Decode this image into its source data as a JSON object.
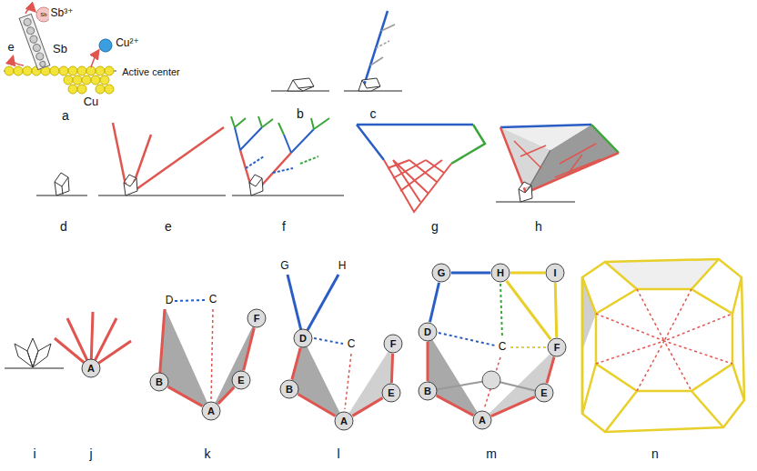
{
  "diagram": {
    "nodes": [
      {
        "text": [
          "A"
        ]
      },
      {
        "text": [
          "B"
        ]
      },
      {
        "text": [
          "A"
        ]
      },
      {
        "text": [
          "E"
        ]
      },
      {
        "text": [
          "F"
        ]
      },
      {
        "text": [
          "D"
        ]
      },
      {
        "text": [
          "B"
        ]
      },
      {
        "text": [
          "A"
        ]
      },
      {
        "text": [
          "E"
        ]
      },
      {
        "text": [
          "F"
        ]
      },
      {
        "text": [
          "G"
        ]
      },
      {
        "text": [
          "H"
        ]
      },
      {
        "text": [
          "I"
        ]
      },
      {
        "text": [
          "D"
        ]
      },
      {
        "text": [
          "B"
        ]
      },
      {
        "text": [
          "A"
        ]
      },
      {
        "text": [
          "E"
        ]
      },
      {
        "text": [
          "F"
        ]
      }
    ],
    "edges": [
      {
        "from": 1,
        "to": 2,
        "arrow": "none"
      },
      {
        "from": 2,
        "to": 3,
        "arrow": "none"
      },
      {
        "from": 3,
        "to": 4,
        "arrow": "none"
      },
      {
        "from": 6,
        "to": 7,
        "arrow": "none"
      },
      {
        "from": 7,
        "to": 8,
        "arrow": "none"
      },
      {
        "from": 8,
        "to": 9,
        "arrow": "none"
      },
      {
        "from": 5,
        "to": 6,
        "arrow": "none"
      },
      {
        "from": 14,
        "to": 15,
        "arrow": "none"
      },
      {
        "from": 15,
        "to": 16,
        "arrow": "none"
      },
      {
        "from": 16,
        "to": 17,
        "arrow": "none"
      },
      {
        "from": 13,
        "to": 14,
        "arrow": "none"
      },
      {
        "from": 13,
        "to": 10,
        "arrow": "none"
      },
      {
        "from": 10,
        "to": 11,
        "arrow": "none"
      },
      {
        "from": 11,
        "to": 12,
        "arrow": "none"
      },
      {
        "from": 12,
        "to": 17,
        "arrow": "none"
      },
      {
        "from": 11,
        "to": 17,
        "arrow": "none"
      }
    ],
    "labels": [
      "Sb",
      "Sb³⁺",
      "e",
      "Sb",
      "Cu²⁺",
      "Active center",
      "Cu",
      "a",
      "b",
      "c",
      "d",
      "e",
      "f",
      "g",
      "h",
      "i",
      "j",
      "D",
      "C",
      "k",
      "G",
      "H",
      "C",
      "l",
      "C",
      "m",
      "n"
    ]
  }
}
